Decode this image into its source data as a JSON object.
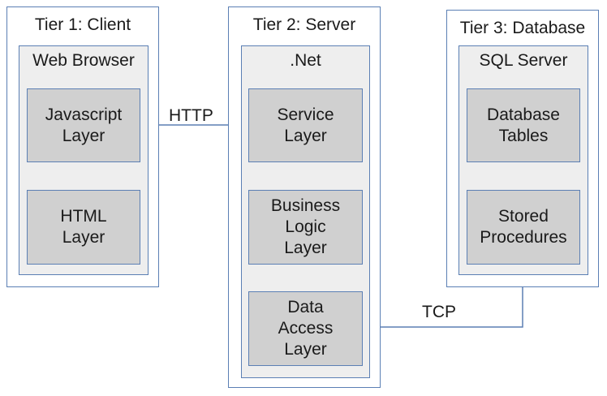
{
  "tiers": {
    "client": {
      "title": "Tier 1: Client",
      "platform": "Web Browser",
      "layers": [
        "Javascript\nLayer",
        "HTML\nLayer"
      ]
    },
    "server": {
      "title": "Tier 2: Server",
      "platform": ".Net",
      "layers": [
        "Service\nLayer",
        "Business\nLogic\nLayer",
        "Data\nAccess\nLayer"
      ]
    },
    "database": {
      "title": "Tier 3: Database",
      "platform": "SQL Server",
      "layers": [
        "Database\nTables",
        "Stored\nProcedures"
      ]
    }
  },
  "connections": {
    "http": "HTTP",
    "tcp": "TCP"
  },
  "colors": {
    "border": "#5b7fb4",
    "platform_fill": "#eeeeee",
    "layer_fill": "#d0d0d0"
  }
}
